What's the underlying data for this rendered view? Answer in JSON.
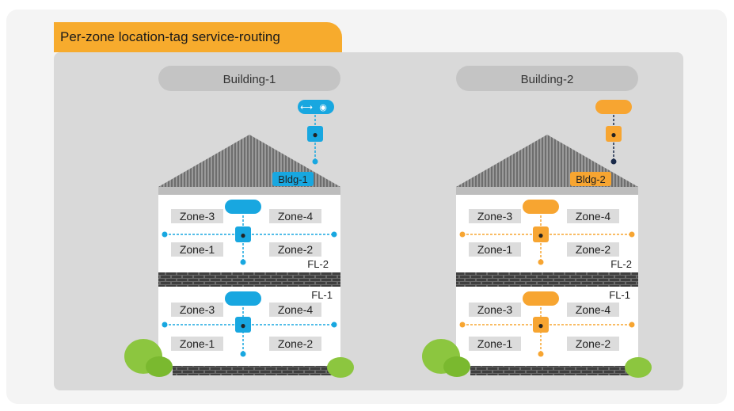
{
  "title": "Per-zone location-tag service-routing",
  "buildings": [
    {
      "name": "Building-1",
      "bldg_tag": "Bldg-1",
      "accent": "#18a7e0",
      "floors": [
        {
          "label": "FL-2",
          "zones": [
            "Zone-3",
            "Zone-4",
            "Zone-1",
            "Zone-2"
          ]
        },
        {
          "label": "FL-1",
          "zones": [
            "Zone-3",
            "Zone-4",
            "Zone-1",
            "Zone-2"
          ]
        }
      ]
    },
    {
      "name": "Building-2",
      "bldg_tag": "Bldg-2",
      "accent": "#f7a531",
      "floors": [
        {
          "label": "FL-2",
          "zones": [
            "Zone-3",
            "Zone-4",
            "Zone-1",
            "Zone-2"
          ]
        },
        {
          "label": "FL-1",
          "zones": [
            "Zone-3",
            "Zone-4",
            "Zone-1",
            "Zone-2"
          ]
        }
      ]
    }
  ],
  "colors": {
    "banner": "#f7ab2d",
    "panel": "#d9d9d9",
    "roof": "#8a8a8a",
    "brick": "#4a4a4a",
    "bush": "#8cc63f"
  }
}
